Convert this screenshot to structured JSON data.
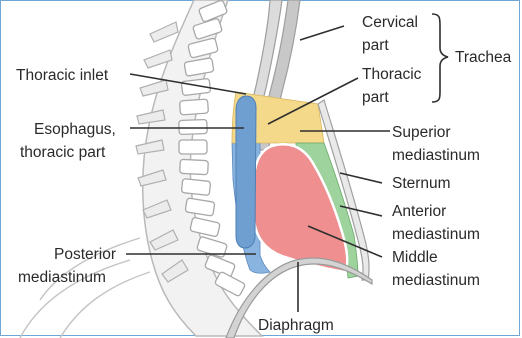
{
  "labels": {
    "cervical_part": [
      "Cervical",
      "part"
    ],
    "thoracic_part": [
      "Thoracic",
      "part"
    ],
    "trachea": "Trachea",
    "thoracic_inlet": "Thoracic inlet",
    "esophagus": [
      "Esophagus,",
      "thoracic part"
    ],
    "superior_mediastinum": [
      "Superior",
      "mediastinum"
    ],
    "sternum": "Sternum",
    "anterior_mediastinum": [
      "Anterior",
      "mediastinum"
    ],
    "middle_mediastinum": [
      "Middle",
      "mediastinum"
    ],
    "posterior_mediastinum": [
      "Posterior",
      "mediastinum"
    ],
    "diaphragm": "Diaphragm"
  },
  "region_colors": {
    "superior": "#f5d98b",
    "anterior": "#9fd39e",
    "middle": "#ef8f8f",
    "posterior": "#8ab4e0",
    "esophagus": "#6f9fd1"
  }
}
